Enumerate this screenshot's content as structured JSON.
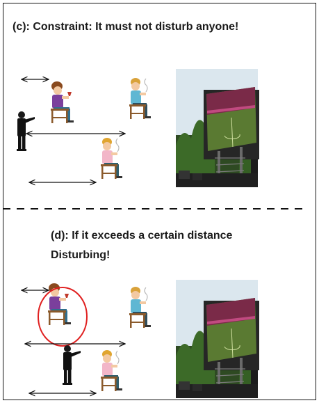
{
  "panel_c": {
    "title": "(c): Constraint: It must not disturb anyone!"
  },
  "panel_d": {
    "title_line1": "(d): If it exceeds a certain distance",
    "title_line2": "Disturbing!"
  },
  "colors": {
    "highlight_circle": "#e02020",
    "screen_pitch": "#6f8a3a",
    "sky": "#dce8ef",
    "trees": "#3f6b2a",
    "crowd": "#7a2a48"
  }
}
